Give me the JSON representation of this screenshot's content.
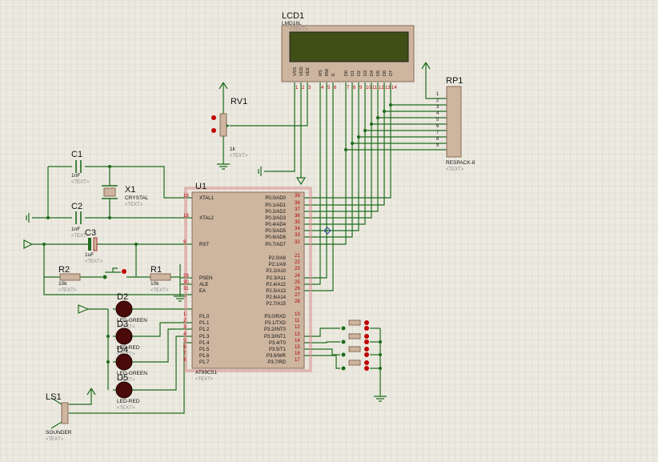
{
  "lcd": {
    "ref": "LCD1",
    "part": "LMD16L",
    "text": "<TEXT>",
    "pins": [
      "VSS",
      "VDD",
      "VEE",
      "RS",
      "RW",
      "E",
      "D0",
      "D1",
      "D2",
      "D3",
      "D4",
      "D5",
      "D6",
      "D7"
    ],
    "pinnums": [
      "1",
      "2",
      "3",
      "4",
      "5",
      "6",
      "7",
      "8",
      "9",
      "10",
      "11",
      "12",
      "13",
      "14"
    ]
  },
  "rv1": {
    "ref": "RV1",
    "value": "1k",
    "text": "<TEXT>"
  },
  "rp1": {
    "ref": "RP1",
    "part": "RESPACK-8",
    "text": "<TEXT>",
    "pins": [
      "1",
      "2",
      "3",
      "4",
      "5",
      "6",
      "7",
      "8",
      "9"
    ]
  },
  "c1": {
    "ref": "C1",
    "value": "1nF",
    "text": "<TEXT>"
  },
  "c2": {
    "ref": "C2",
    "value": "1nF",
    "text": "<TEXT>"
  },
  "c3": {
    "ref": "C3",
    "value": "1uF",
    "text": "<TEXT>"
  },
  "x1": {
    "ref": "X1",
    "part": "CRYSTAL",
    "text": "<TEXT>"
  },
  "r1": {
    "ref": "R1",
    "value": "10k",
    "text": "<TEXT>"
  },
  "r2": {
    "ref": "R2",
    "value": "10k",
    "text": "<TEXT>"
  },
  "u1": {
    "ref": "U1",
    "part": "AT89C51",
    "text": "<TEXT>",
    "left": [
      {
        "num": "19",
        "name": "XTAL1"
      },
      {
        "num": "18",
        "name": "XTAL2"
      },
      {
        "num": "9",
        "name": "RST"
      },
      {
        "num": "29",
        "name": "PSEN"
      },
      {
        "num": "30",
        "name": "ALE"
      },
      {
        "num": "31",
        "name": "EA"
      },
      {
        "num": "1",
        "name": "P1.0"
      },
      {
        "num": "2",
        "name": "P1.1"
      },
      {
        "num": "3",
        "name": "P1.2"
      },
      {
        "num": "4",
        "name": "P1.3"
      },
      {
        "num": "5",
        "name": "P1.4"
      },
      {
        "num": "6",
        "name": "P1.5"
      },
      {
        "num": "7",
        "name": "P1.6"
      },
      {
        "num": "8",
        "name": "P1.7"
      }
    ],
    "right": [
      {
        "num": "39",
        "name": "P0.0/AD0"
      },
      {
        "num": "38",
        "name": "P0.1/AD1"
      },
      {
        "num": "37",
        "name": "P0.2/AD2"
      },
      {
        "num": "36",
        "name": "P0.3/AD3"
      },
      {
        "num": "35",
        "name": "P0.4/AD4"
      },
      {
        "num": "34",
        "name": "P0.5/AD5"
      },
      {
        "num": "33",
        "name": "P0.6/AD6"
      },
      {
        "num": "32",
        "name": "P0.7/AD7"
      },
      {
        "num": "21",
        "name": "P2.0/A8"
      },
      {
        "num": "22",
        "name": "P2.1/A9"
      },
      {
        "num": "23",
        "name": "P2.2/A10"
      },
      {
        "num": "24",
        "name": "P2.3/A11"
      },
      {
        "num": "25",
        "name": "P2.4/A12"
      },
      {
        "num": "26",
        "name": "P2.5/A13"
      },
      {
        "num": "27",
        "name": "P2.6/A14"
      },
      {
        "num": "28",
        "name": "P2.7/A15"
      },
      {
        "num": "10",
        "name": "P3.0/RXD"
      },
      {
        "num": "11",
        "name": "P3.1/TXD"
      },
      {
        "num": "12",
        "name": "P3.2/INT0"
      },
      {
        "num": "13",
        "name": "P3.3/INT1"
      },
      {
        "num": "14",
        "name": "P3.4/T0"
      },
      {
        "num": "15",
        "name": "P3.5/T1"
      },
      {
        "num": "16",
        "name": "P3.6/WR"
      },
      {
        "num": "17",
        "name": "P3.7/RD"
      }
    ]
  },
  "leds": [
    {
      "ref": "D2",
      "part": "LED-GREEN",
      "text": "<TEXT>"
    },
    {
      "ref": "D3",
      "part": "LED-RED",
      "text": "<TEXT>"
    },
    {
      "ref": "D4",
      "part": "LED-GREEN",
      "text": "<TEXT>"
    },
    {
      "ref": "D5",
      "part": "LED-RED",
      "text": "<TEXT>"
    }
  ],
  "ls1": {
    "ref": "LS1",
    "part": "SOUNDER",
    "text": "<TEXT>"
  },
  "colors": {
    "background": "#eceae0",
    "wire": "#1d6b1d",
    "body": "#cdb59f",
    "outline": "#a83232",
    "lcd_screen": "#3f4f16"
  }
}
